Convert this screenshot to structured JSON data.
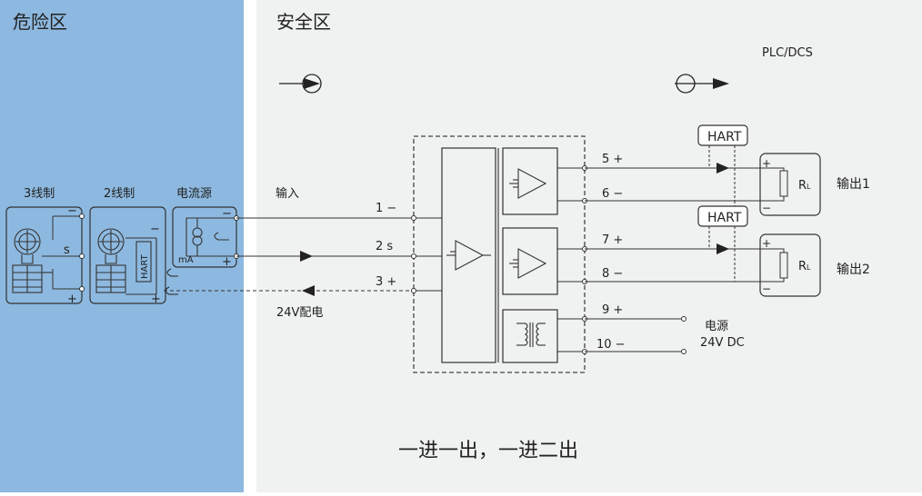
{
  "zones": {
    "hazardous": "危险区",
    "safe": "安全区"
  },
  "plc_label": "PLC/DCS",
  "field_devices": {
    "three_wire": {
      "title": "3线制",
      "s": "s",
      "minus": "−",
      "plus": "+"
    },
    "two_wire": {
      "title": "2线制",
      "hart": "HART",
      "minus": "−",
      "plus": "+"
    },
    "current_source": {
      "title": "电流源",
      "unit": "mA",
      "minus": "−",
      "plus": "+"
    }
  },
  "input_label": "输入",
  "supply_label": "24V配电",
  "terminals": {
    "t1": "1 −",
    "t2": "2 s",
    "t3": "3 +",
    "t5": "5 +",
    "t6": "6 −",
    "t7": "7 +",
    "t8": "8 −",
    "t9": "9 +",
    "t10": "10 −"
  },
  "hart_tags": [
    "HART",
    "HART"
  ],
  "loads": {
    "resistor": "R",
    "resistor_sub": "L",
    "plus": "+",
    "minus": "−",
    "outputs": [
      "输出1",
      "输出2"
    ]
  },
  "power": {
    "line1": "电源",
    "line2": "24V DC"
  },
  "caption": "一进一出，一进二出",
  "colors": {
    "hazard_bg": "#8DB9E0",
    "safe_bg": "#F0F1F1",
    "line": "#333333"
  }
}
